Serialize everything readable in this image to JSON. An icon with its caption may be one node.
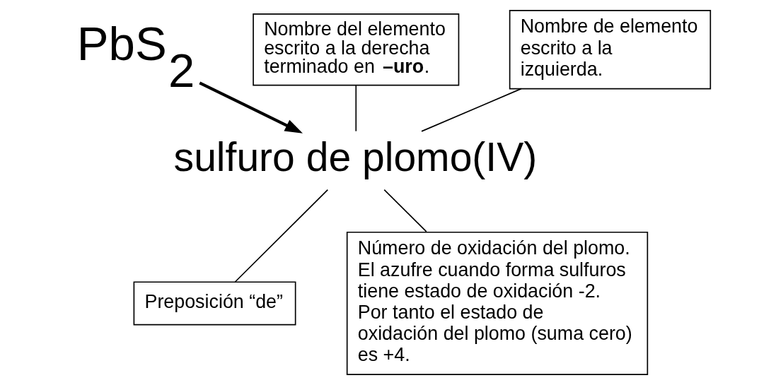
{
  "diagram": {
    "nodes": [
      {
        "text": [
          "PbS$_{2}$"
        ]
      },
      {
        "text": [
          "sulfuro de plomo(IV)"
        ]
      },
      {
        "text": [
          "Nombre del elemento escrito a la derecha terminado en **–uro**."
        ]
      },
      {
        "text": [
          "Nombre de elemento escrito a la izquierda."
        ]
      },
      {
        "text": [
          "Preposición “de”"
        ]
      },
      {
        "text": [
          "Número de oxidación del plomo. El azufre cuando forma sulfuros tiene estado de oxidación -2. Por tanto el estado de oxidación del plomo (suma cero) es +4."
        ]
      }
    ],
    "edges": [
      {
        "from": 0,
        "to": 1,
        "arrow": "to",
        "style": "thick"
      },
      {
        "from": 2,
        "to": 1,
        "arrow": "none"
      },
      {
        "from": 3,
        "to": 1,
        "arrow": "none"
      },
      {
        "from": 4,
        "to": 1,
        "arrow": "none"
      },
      {
        "from": 5,
        "to": 1,
        "arrow": "none"
      }
    ]
  }
}
